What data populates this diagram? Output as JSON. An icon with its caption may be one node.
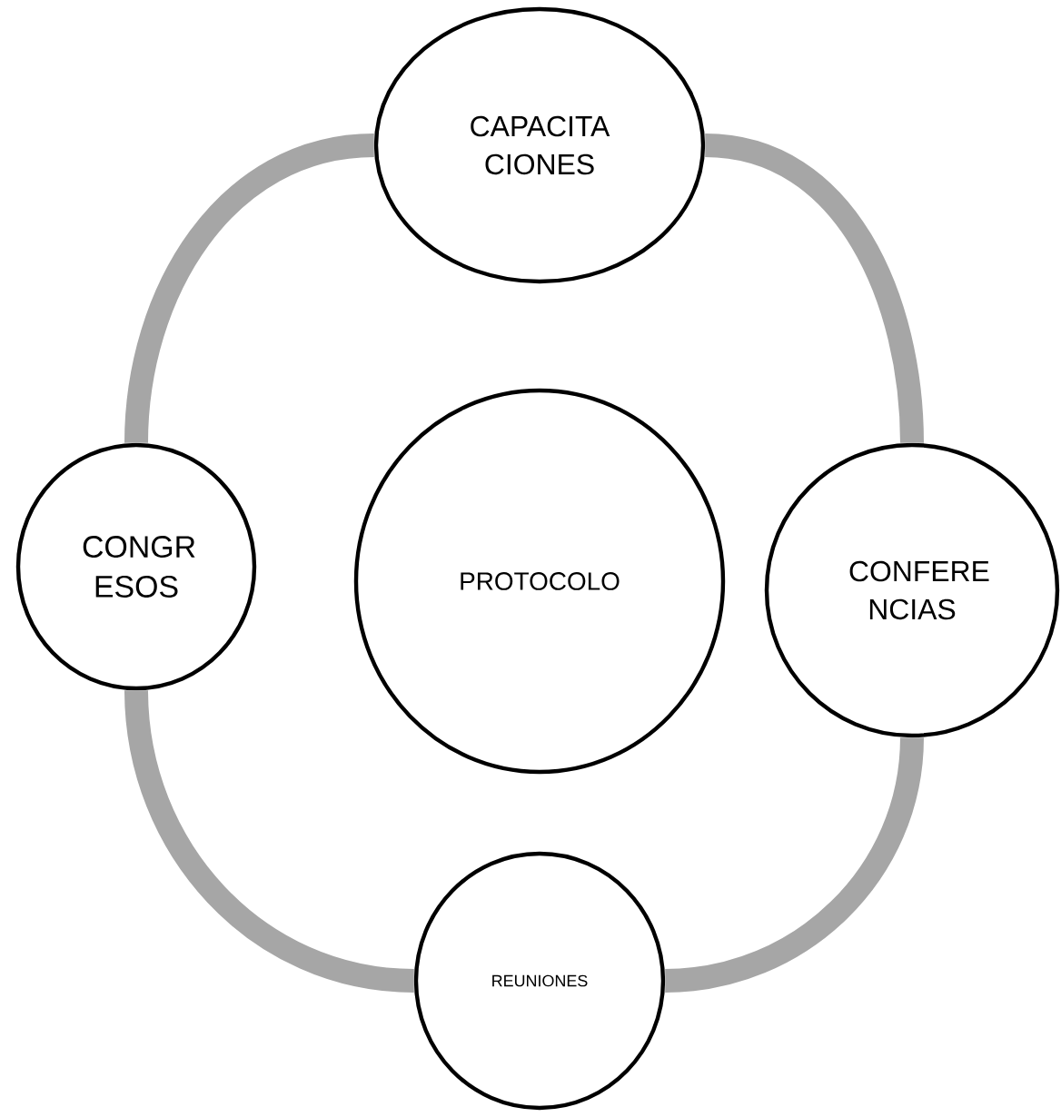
{
  "diagram": {
    "nodes": [
      {
        "text": [
          "CAPACITA CIONES"
        ]
      },
      {
        "text": [
          "CONGR ESOS"
        ]
      },
      {
        "text": [
          "PROTOCOLO"
        ]
      },
      {
        "text": [
          "CONFERE NCIAS"
        ]
      },
      {
        "text": [
          "REUNIONES"
        ]
      }
    ],
    "edges": [
      {
        "from": 0,
        "to": 3,
        "arrow": "none"
      },
      {
        "from": 3,
        "to": 4,
        "arrow": "none"
      },
      {
        "from": 4,
        "to": 1,
        "arrow": "none"
      },
      {
        "from": 1,
        "to": 0,
        "arrow": "none"
      }
    ]
  }
}
